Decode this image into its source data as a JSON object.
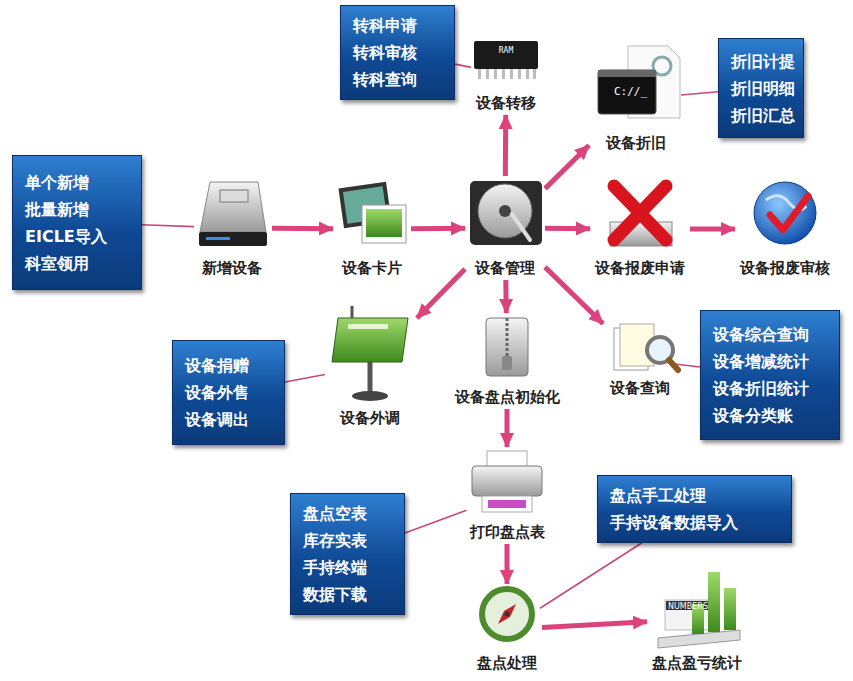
{
  "diagram": {
    "nodes": [
      {
        "text": [
          "转科申请",
          "转科审核",
          "转科查询"
        ]
      },
      {
        "text": [
          "设备转移"
        ]
      },
      {
        "text": [
          "折旧计提",
          "折旧明细",
          "折旧汇总"
        ]
      },
      {
        "text": [
          "设备折旧"
        ]
      },
      {
        "text": [
          "单个新增",
          "批量新增",
          "EICLE导入",
          "科室领用"
        ]
      },
      {
        "text": [
          "新增设备"
        ]
      },
      {
        "text": [
          "设备卡片"
        ]
      },
      {
        "text": [
          "设备管理"
        ]
      },
      {
        "text": [
          "设备报废申请"
        ]
      },
      {
        "text": [
          "设备报废审核"
        ]
      },
      {
        "text": [
          "设备捐赠",
          "设备外售",
          "设备调出"
        ]
      },
      {
        "text": [
          "设备外调"
        ]
      },
      {
        "text": [
          "设备盘点初始化"
        ]
      },
      {
        "text": [
          "设备查询"
        ]
      },
      {
        "text": [
          "设备综合查询",
          "设备增减统计",
          "设备折旧统计",
          "设备分类账"
        ]
      },
      {
        "text": [
          "打印盘点表"
        ]
      },
      {
        "text": [
          "盘点空表",
          "库存实表",
          "手持终端 数据下载"
        ]
      },
      {
        "text": [
          "盘点手工处理",
          "手持设备数据导入"
        ]
      },
      {
        "text": [
          "盘点处理"
        ]
      },
      {
        "text": [
          "盘点盈亏统计"
        ]
      }
    ],
    "edges": [
      {
        "from": 0,
        "to": 1,
        "arrow": "none"
      },
      {
        "from": 7,
        "to": 1,
        "arrow": "to"
      },
      {
        "from": 2,
        "to": 3,
        "arrow": "none"
      },
      {
        "from": 7,
        "to": 3,
        "arrow": "to"
      },
      {
        "from": 4,
        "to": 5,
        "arrow": "none"
      },
      {
        "from": 5,
        "to": 6,
        "arrow": "to"
      },
      {
        "from": 6,
        "to": 7,
        "arrow": "to"
      },
      {
        "from": 7,
        "to": 8,
        "arrow": "to"
      },
      {
        "from": 8,
        "to": 9,
        "arrow": "to"
      },
      {
        "from": 7,
        "to": 11,
        "arrow": "to"
      },
      {
        "from": 7,
        "to": 12,
        "arrow": "to"
      },
      {
        "from": 7,
        "to": 13,
        "arrow": "to"
      },
      {
        "from": 10,
        "to": 11,
        "arrow": "none"
      },
      {
        "from": 13,
        "to": 14,
        "arrow": "none"
      },
      {
        "from": 12,
        "to": 15,
        "arrow": "to"
      },
      {
        "from": 15,
        "to": 18,
        "arrow": "to"
      },
      {
        "from": 16,
        "to": 15,
        "arrow": "none"
      },
      {
        "from": 17,
        "to": 18,
        "arrow": "none"
      },
      {
        "from": 18,
        "to": 19,
        "arrow": "to"
      }
    ],
    "labels": [
      "RAM",
      "C://_",
      "NUMBERS"
    ]
  }
}
